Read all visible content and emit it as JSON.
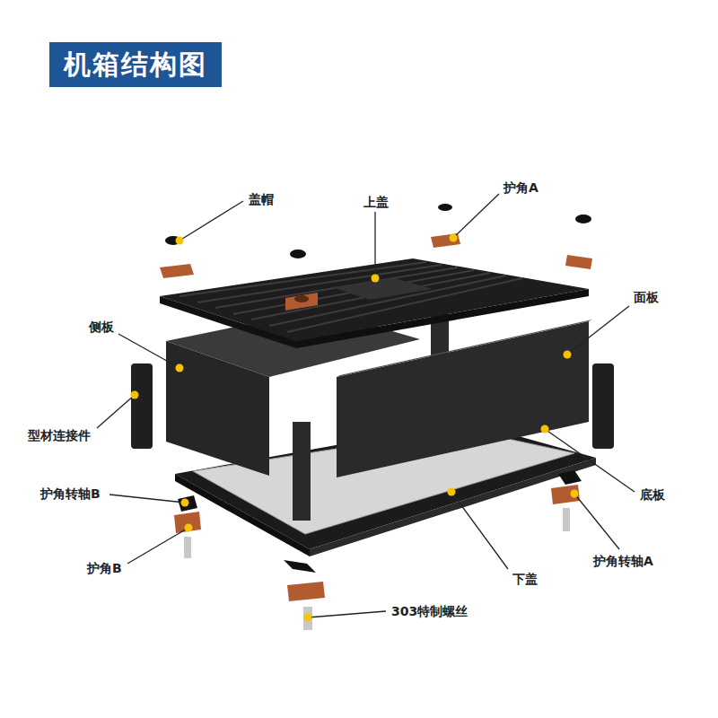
{
  "diagram": {
    "title": "机箱结构图",
    "labels": [
      "盖帽",
      "上盖",
      "护角A",
      "侧板",
      "面板",
      "型材连接件",
      "底板",
      "护角转轴B",
      "护角B",
      "下盖",
      "护角转轴A",
      "303特制螺丝"
    ]
  }
}
